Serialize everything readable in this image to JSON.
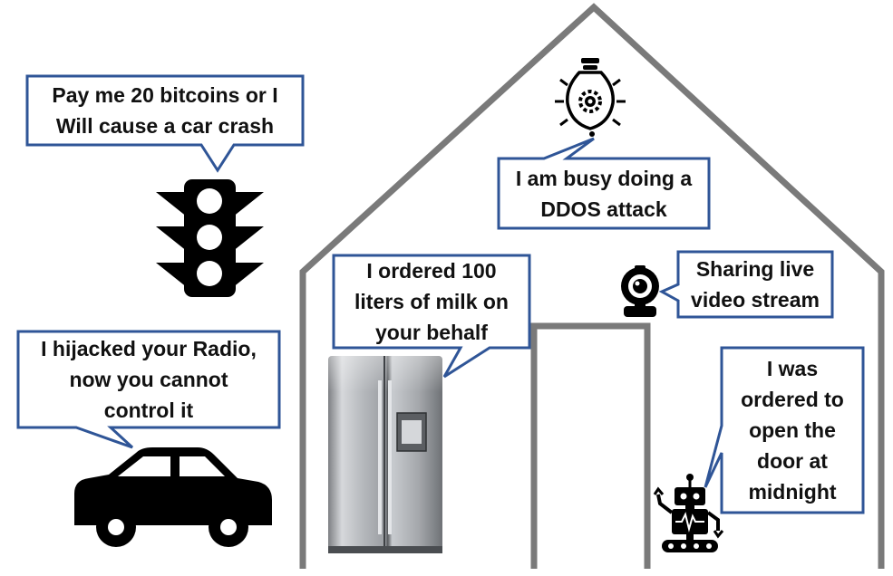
{
  "colors": {
    "bubble_border": "#2f5597",
    "house_outline": "#7a7a7a",
    "icon": "#000000"
  },
  "icons": {
    "traffic_light": "traffic-light-icon",
    "car": "car-icon",
    "bulb": "smart-bulb-icon",
    "camera": "webcam-icon",
    "fridge": "refrigerator-icon",
    "robot": "robot-icon"
  },
  "bubbles": {
    "traffic": "Pay me 20 bitcoins or I\nWill cause a car crash",
    "radio": "I hijacked your Radio,\nnow you cannot\ncontrol it",
    "bulb": "I am busy doing a\nDDOS attack",
    "fridge": "I ordered 100\nliters of milk on\nyour behalf",
    "camera": "Sharing live\nvideo stream",
    "robot": "I was\nordered to\nopen the\ndoor at\nmidnight"
  }
}
